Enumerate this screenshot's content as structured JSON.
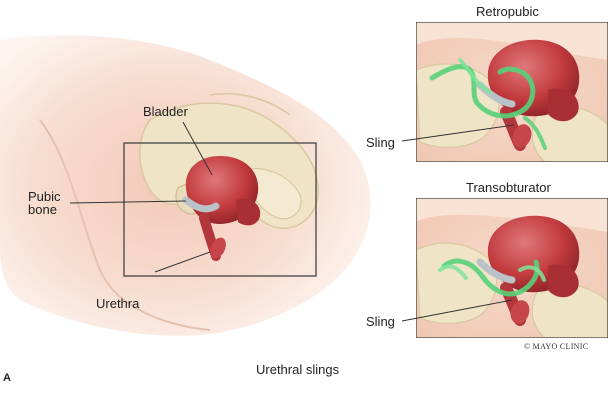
{
  "labels": {
    "bladder": "Bladder",
    "pubic_bone": [
      "Pubic",
      "bone"
    ],
    "urethra": "Urethra",
    "sling_top": "Sling",
    "sling_bottom": "Sling"
  },
  "insets": {
    "retropubic_title": "Retropubic",
    "transobturator_title": "Transobturator"
  },
  "caption": "Urethral slings",
  "copyright": "© MAYO CLINIC",
  "corner_mark": "A",
  "colors": {
    "skin": "#f1d3c4",
    "bone": "#efe4c6",
    "bladder": "#c23b3f",
    "sling": "#58d07a"
  }
}
